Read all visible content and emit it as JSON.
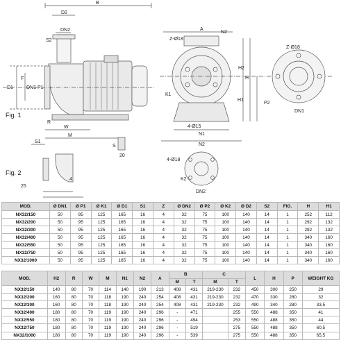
{
  "drawing": {
    "fig1_label": "Fig. 1",
    "fig2_label": "Fig. 2",
    "dims_side": [
      "B",
      "D2",
      "DN2",
      "S2",
      "F",
      "D1",
      "DN1",
      "P1",
      "R",
      "W",
      "S1",
      "M",
      "S",
      "20",
      "4",
      "25"
    ],
    "dims_front": [
      "A",
      "Z-Ø18",
      "N2",
      "H2",
      "H",
      "H1",
      "K1",
      "4-Ø15",
      "N1",
      "N2",
      "4-Ø18",
      "K2",
      "DN2",
      "Z-Ø18",
      "DN1",
      "P2"
    ]
  },
  "table1": {
    "headers": [
      "MOD.",
      "Ø DN1",
      "Ø P1",
      "Ø K1",
      "Ø D1",
      "S1",
      "Z",
      "Ø DN2",
      "Ø P2",
      "Ø K2",
      "Ø D2",
      "S2",
      "FIG.",
      "H",
      "H1"
    ],
    "rows": [
      [
        "NX32/150",
        "50",
        "95",
        "125",
        "165",
        "16",
        "4",
        "32",
        "75",
        "100",
        "140",
        "14",
        "1",
        "252",
        "112"
      ],
      [
        "NX32/200",
        "50",
        "95",
        "125",
        "165",
        "16",
        "4",
        "32",
        "75",
        "100",
        "140",
        "14",
        "1",
        "292",
        "132"
      ],
      [
        "NX32/300",
        "50",
        "95",
        "125",
        "165",
        "16",
        "4",
        "32",
        "75",
        "100",
        "140",
        "14",
        "1",
        "292",
        "132"
      ],
      [
        "NX32/400",
        "50",
        "95",
        "125",
        "165",
        "16",
        "4",
        "32",
        "75",
        "100",
        "140",
        "14",
        "1",
        "340",
        "160"
      ],
      [
        "NX32/550",
        "50",
        "95",
        "125",
        "165",
        "16",
        "4",
        "32",
        "75",
        "100",
        "140",
        "14",
        "1",
        "340",
        "160"
      ],
      [
        "NX32/750",
        "50",
        "95",
        "125",
        "165",
        "16",
        "4",
        "32",
        "75",
        "100",
        "140",
        "14",
        "1",
        "340",
        "160"
      ],
      [
        "NX32/1000",
        "50",
        "95",
        "125",
        "165",
        "16",
        "4",
        "32",
        "75",
        "100",
        "140",
        "14",
        "1",
        "340",
        "160"
      ]
    ]
  },
  "table2": {
    "headers_top": [
      "MOD.",
      "H2",
      "R",
      "W",
      "M",
      "N1",
      "N2",
      "A",
      "B",
      "C",
      "L",
      "H",
      "P",
      "WEIGHT KG"
    ],
    "headers_sub": [
      "M",
      "T",
      "M",
      "T"
    ],
    "rows": [
      [
        "NX32/150",
        "140",
        "80",
        "70",
        "114",
        "140",
        "190",
        "213",
        "408",
        "431",
        "219-230",
        "232",
        "450",
        "300",
        "250",
        "29"
      ],
      [
        "NX32/200",
        "160",
        "80",
        "70",
        "118",
        "190",
        "240",
        "254",
        "408",
        "431",
        "219-230",
        "232",
        "470",
        "330",
        "280",
        "32"
      ],
      [
        "NX32/300",
        "160",
        "80",
        "70",
        "118",
        "190",
        "240",
        "254",
        "408",
        "431",
        "219-230",
        "232",
        "490",
        "340",
        "280",
        "33,5"
      ],
      [
        "NX32/400",
        "180",
        "80",
        "70",
        "119",
        "190",
        "240",
        "296",
        "-",
        "471",
        "",
        "255",
        "550",
        "488",
        "350",
        "41"
      ],
      [
        "NX32/550",
        "180",
        "80",
        "70",
        "119",
        "190",
        "240",
        "296",
        "-",
        "494",
        "",
        "253",
        "550",
        "488",
        "350",
        "44"
      ],
      [
        "NX32/750",
        "180",
        "80",
        "70",
        "119",
        "190",
        "240",
        "296",
        "-",
        "519",
        "",
        "275",
        "550",
        "488",
        "350",
        "60,5"
      ],
      [
        "NX32/1000",
        "180",
        "80",
        "70",
        "119",
        "190",
        "240",
        "296",
        "-",
        "539",
        "",
        "275",
        "550",
        "488",
        "350",
        "65,5"
      ]
    ]
  }
}
